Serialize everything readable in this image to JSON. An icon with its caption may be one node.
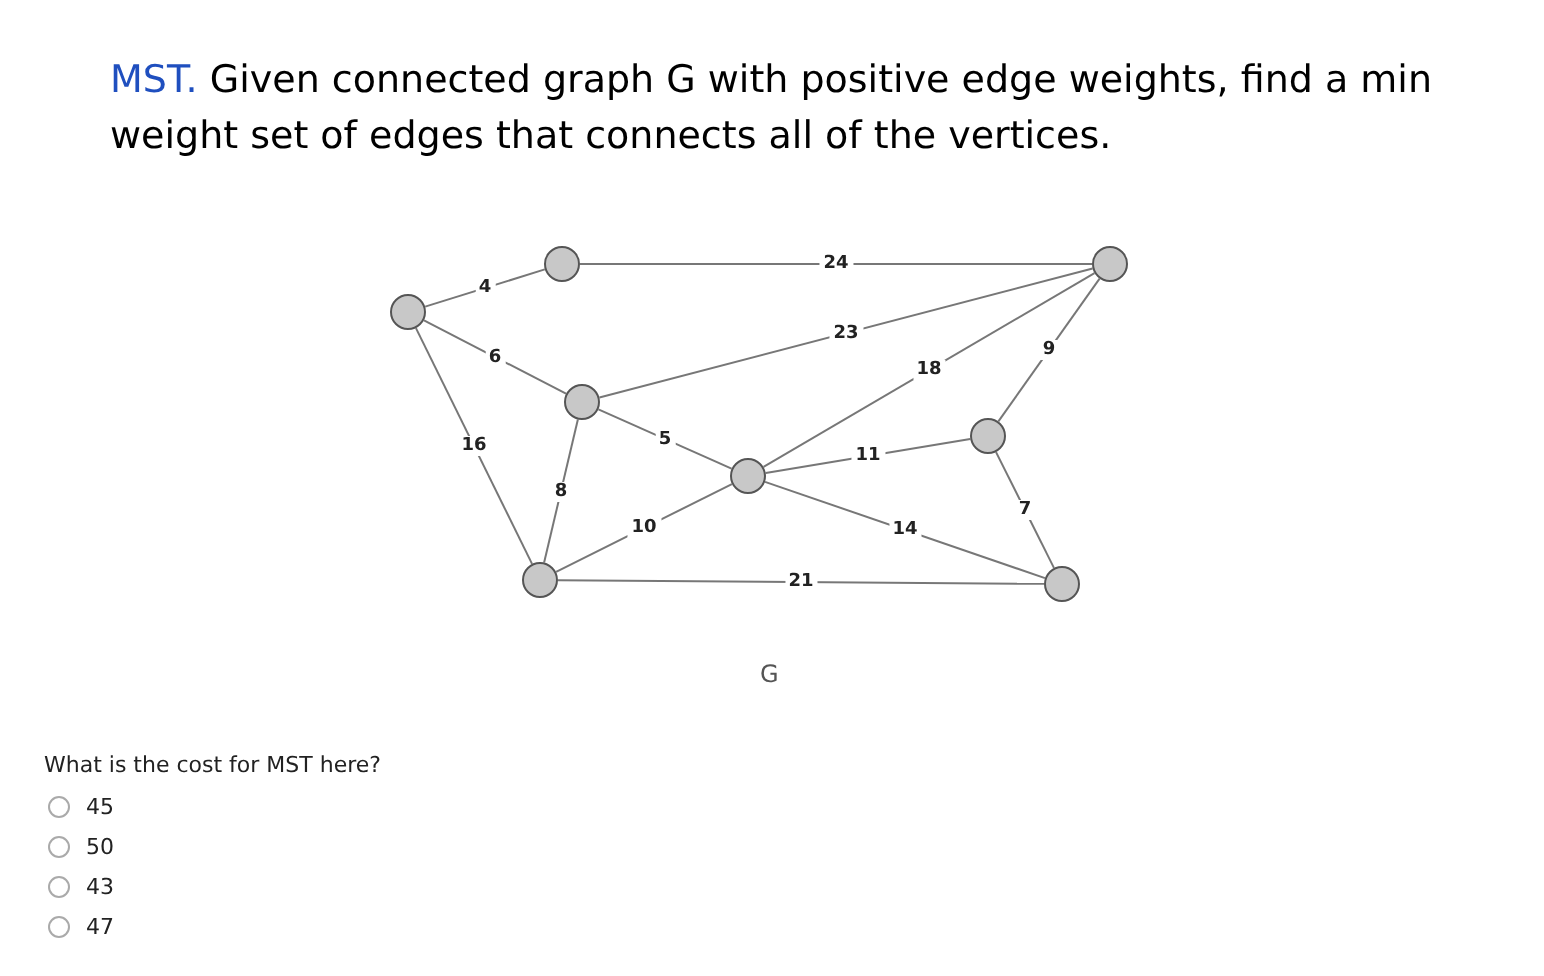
{
  "diagram": {
    "title": "Given connected graph G with positive edge weights, find a min weight set of edges that connects all of the vertices.",
    "caption": "G",
    "nodes": [
      {
        "text": [],
        "shape": "circle"
      },
      {
        "text": [],
        "shape": "circle"
      },
      {
        "text": [],
        "shape": "circle"
      },
      {
        "text": [],
        "shape": "circle"
      },
      {
        "text": [],
        "shape": "circle"
      },
      {
        "text": [],
        "shape": "circle"
      },
      {
        "text": [],
        "shape": "circle"
      },
      {
        "text": [],
        "shape": "circle"
      }
    ],
    "edges": [
      {
        "from": 0,
        "to": 1,
        "arrow": "none",
        "label": "4"
      },
      {
        "from": 1,
        "to": 2,
        "arrow": "none",
        "label": "24"
      },
      {
        "from": 0,
        "to": 3,
        "arrow": "none",
        "label": "6"
      },
      {
        "from": 3,
        "to": 2,
        "arrow": "none",
        "label": "23"
      },
      {
        "from": 0,
        "to": 6,
        "arrow": "none",
        "label": "16"
      },
      {
        "from": 3,
        "to": 4,
        "arrow": "none",
        "label": "5"
      },
      {
        "from": 3,
        "to": 6,
        "arrow": "none",
        "label": "8"
      },
      {
        "from": 4,
        "to": 2,
        "arrow": "none",
        "label": "18"
      },
      {
        "from": 4,
        "to": 5,
        "arrow": "none",
        "label": "11"
      },
      {
        "from": 5,
        "to": 2,
        "arrow": "none",
        "label": "9"
      },
      {
        "from": 5,
        "to": 7,
        "arrow": "none",
        "label": "7"
      },
      {
        "from": 4,
        "to": 6,
        "arrow": "none",
        "label": "10"
      },
      {
        "from": 4,
        "to": 7,
        "arrow": "none",
        "label": "14"
      },
      {
        "from": 6,
        "to": 7,
        "arrow": "none",
        "label": "21"
      }
    ],
    "labels": [
      "MST.",
      "What is the cost for MST here?",
      "45",
      "50",
      "43",
      "47"
    ]
  }
}
